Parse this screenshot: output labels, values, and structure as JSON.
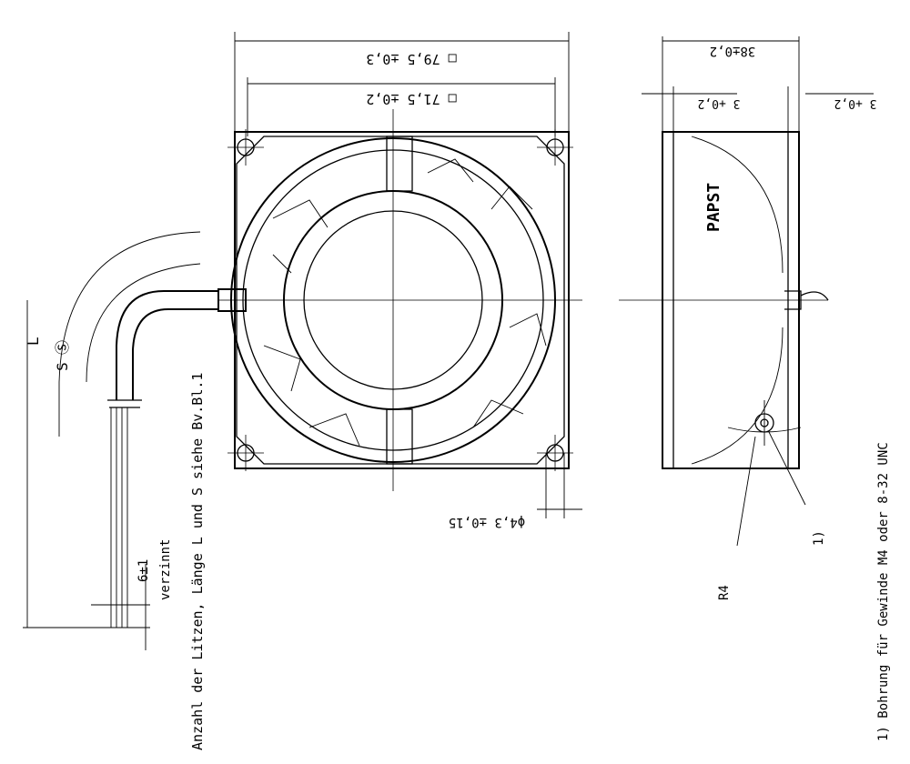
{
  "front_view": {
    "outer_dim": "□ 79,5 ±0,3",
    "inner_dim": "□ 71,5 ±0,2",
    "hole_dim": "ϕ4,3 ±0,15"
  },
  "side_view": {
    "depth_dim": "38±0,2",
    "flange_left": "3 +0,2",
    "flange_right": "3 +0,2",
    "brand": "PAPST",
    "radius": "R4",
    "footnote_ref": "1)"
  },
  "cable": {
    "length_label": "L",
    "strip_label": "S",
    "strip_symbol": "Ⓢ",
    "tin_dim": "6±1",
    "tin_label": "verzinnt",
    "note": "Anzahl der Litzen, Länge L und S siehe Bv.Bl.1"
  },
  "footnote": "1) Bohrung für Gewinde M4 oder 8-32 UNC"
}
